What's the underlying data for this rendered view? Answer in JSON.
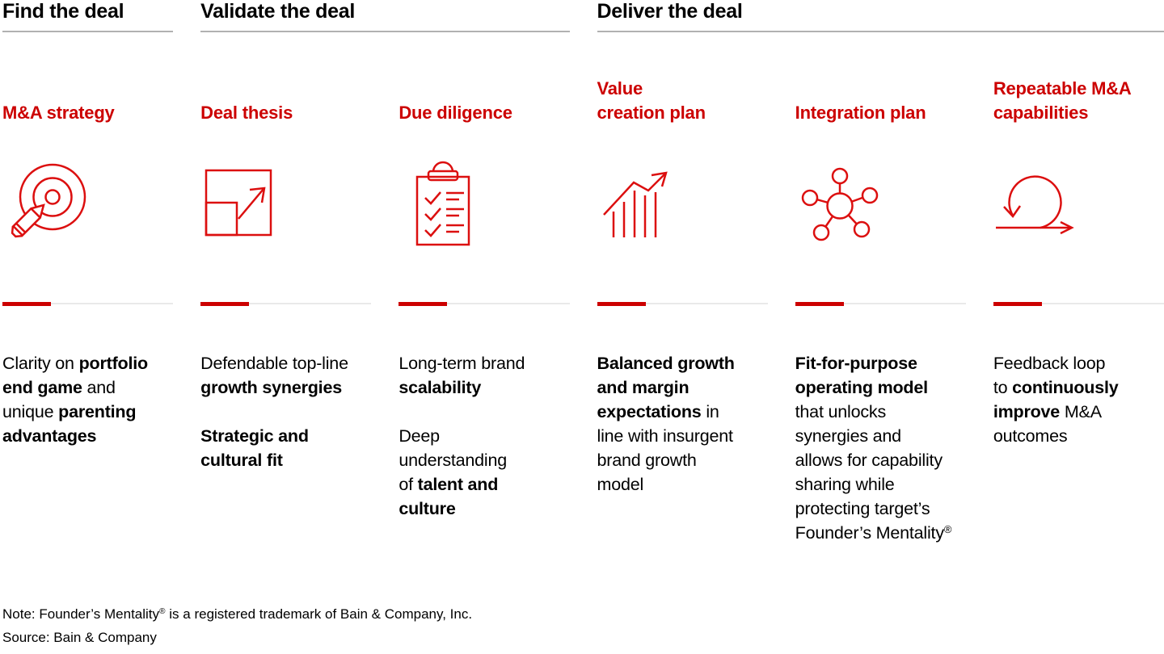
{
  "colors": {
    "red": "#cc0000",
    "icon_red": "#dc0f0f",
    "rule_gray": "#b1b1b1",
    "divider_gray": "#e9e9e9"
  },
  "phases": [
    {
      "label": "Find the deal"
    },
    {
      "label": "Validate the deal"
    },
    {
      "label": "Deliver the deal"
    }
  ],
  "columns": [
    {
      "title": "M&A strategy",
      "icon": "target-dart-icon",
      "description": [
        [
          [
            {
              "t": "Clarity on "
            },
            {
              "t": "portfolio",
              "b": true
            }
          ],
          [
            {
              "t": "end game",
              "b": true
            },
            {
              "t": " and"
            }
          ],
          [
            {
              "t": "unique "
            },
            {
              "t": "parenting",
              "b": true
            }
          ],
          [
            {
              "t": "advantages",
              "b": true
            }
          ]
        ]
      ]
    },
    {
      "title": "Deal thesis",
      "icon": "expand-square-arrow-icon",
      "description": [
        [
          [
            {
              "t": "Defendable top-line"
            }
          ],
          [
            {
              "t": "growth synergies",
              "b": true
            }
          ]
        ],
        [
          [
            {
              "t": "Strategic and",
              "b": true
            }
          ],
          [
            {
              "t": "cultural fit",
              "b": true
            }
          ]
        ]
      ]
    },
    {
      "title": "Due diligence",
      "icon": "checklist-clipboard-icon",
      "description": [
        [
          [
            {
              "t": "Long-term brand"
            }
          ],
          [
            {
              "t": "scalability",
              "b": true
            }
          ]
        ],
        [
          [
            {
              "t": "Deep"
            }
          ],
          [
            {
              "t": "understanding"
            }
          ],
          [
            {
              "t": "of "
            },
            {
              "t": "talent and",
              "b": true
            }
          ],
          [
            {
              "t": "culture",
              "b": true
            }
          ]
        ]
      ]
    },
    {
      "title": "Value\ncreation plan",
      "icon": "growth-chart-arrow-icon",
      "description": [
        [
          [
            {
              "t": "Balanced growth",
              "b": true
            }
          ],
          [
            {
              "t": "and margin",
              "b": true
            }
          ],
          [
            {
              "t": "expectations",
              "b": true
            },
            {
              "t": " in"
            }
          ],
          [
            {
              "t": "line with insurgent"
            }
          ],
          [
            {
              "t": "brand growth"
            }
          ],
          [
            {
              "t": "model"
            }
          ]
        ]
      ]
    },
    {
      "title": "Integration plan",
      "icon": "network-hub-icon",
      "description": [
        [
          [
            {
              "t": "Fit-for-purpose",
              "b": true
            }
          ],
          [
            {
              "t": "operating model",
              "b": true
            }
          ],
          [
            {
              "t": "that unlocks"
            }
          ],
          [
            {
              "t": "synergies and"
            }
          ],
          [
            {
              "t": "allows for capability"
            }
          ],
          [
            {
              "t": "sharing while"
            }
          ],
          [
            {
              "t": "protecting target’s"
            }
          ],
          [
            {
              "t": "Founder’s Mentality"
            },
            {
              "t": "®",
              "sup": true
            }
          ]
        ]
      ]
    },
    {
      "title": "Repeatable M&A\ncapabilities",
      "icon": "loop-arrow-icon",
      "description": [
        [
          [
            {
              "t": "Feedback loop"
            }
          ],
          [
            {
              "t": "to "
            },
            {
              "t": "continuously",
              "b": true
            }
          ],
          [
            {
              "t": "improve",
              "b": true
            },
            {
              "t": " M&A"
            }
          ],
          [
            {
              "t": "outcomes"
            }
          ]
        ]
      ]
    }
  ],
  "footer": {
    "note": [
      [
        [
          {
            "t": "Note: Founder’s Mentality"
          },
          {
            "t": "®",
            "sup": true
          },
          {
            "t": " is a registered trademark of Bain & Company, Inc."
          }
        ]
      ]
    ],
    "source": "Source: Bain & Company"
  }
}
